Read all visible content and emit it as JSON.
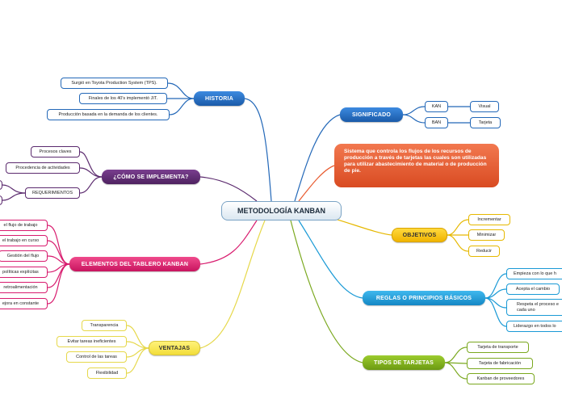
{
  "central": "METODOLOGÍA KANBAN",
  "historia": {
    "title": "HISTORIA",
    "items": [
      "Surgió en Toyota Production System (TPS).",
      "Finales de los 40's implementó JIT.",
      "Producción basada en la demanda de los clientes."
    ]
  },
  "como": {
    "title": "¿CÓMO SE IMPLEMENTA?",
    "items": [
      "Procesos claves",
      "Procedencia de actividades"
    ],
    "requerimientos": "REQUERIMIENTOS"
  },
  "elementos": {
    "title": "ELEMENTOS DEL TABLERO KANBAN",
    "items": [
      "el flujo de trabajo",
      "el trabajo en curso",
      "Gestión del flujo",
      "políticas explícitas",
      "retroalimentación",
      "ejora en constante"
    ]
  },
  "ventajas": {
    "title": "VENTAJAS",
    "items": [
      "Transparencia",
      "Evitar tareas ineficientes",
      "Control de las tareas",
      "Flexibilidad"
    ]
  },
  "significado": {
    "title": "SIGNIFICADO",
    "kan": "KAN",
    "ban": "BAN",
    "visual": "Visual",
    "tarjeta": "Tarjeta"
  },
  "definicion": "Sistema que controla los flujos de los recursos de producción a través de tarjetas las cuales son utilizadas para utilizar abastecimiento de material o de producción de pie.",
  "objetivos": {
    "title": "OBJETIVOS",
    "items": [
      "Incrementar",
      "Minimizar",
      "Reducir"
    ]
  },
  "reglas": {
    "title": "REGLAS O PRINCIPIOS BÁSICOS",
    "items": [
      "Empieza con lo que h",
      "Acepta el cambio",
      "Respeta el proceso e cada uno",
      "Liderazgo en todos lo"
    ]
  },
  "tipos": {
    "title": "TIPOS DE TARJETAS",
    "items": [
      "Tarjeta de transporte",
      "Tarjeta de fabricación",
      "Kanban de proveedores"
    ]
  },
  "colors": {
    "blue": "#2368b8",
    "purple": "#5b2a6e",
    "magenta": "#d81b6e",
    "yellow": "#e6b800",
    "orange": "#e85a2e",
    "cyan": "#1a9ad6",
    "green": "#7aa81e"
  }
}
